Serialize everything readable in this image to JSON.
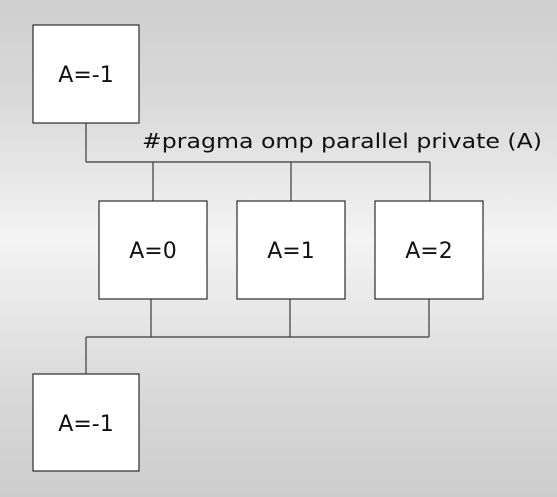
{
  "pragma": "#pragma omp parallel private (A)",
  "nodes": {
    "master_before": "A=-1",
    "thread_0": "A=0",
    "thread_1": "A=1",
    "thread_2": "A=2",
    "master_after": "A=-1"
  }
}
